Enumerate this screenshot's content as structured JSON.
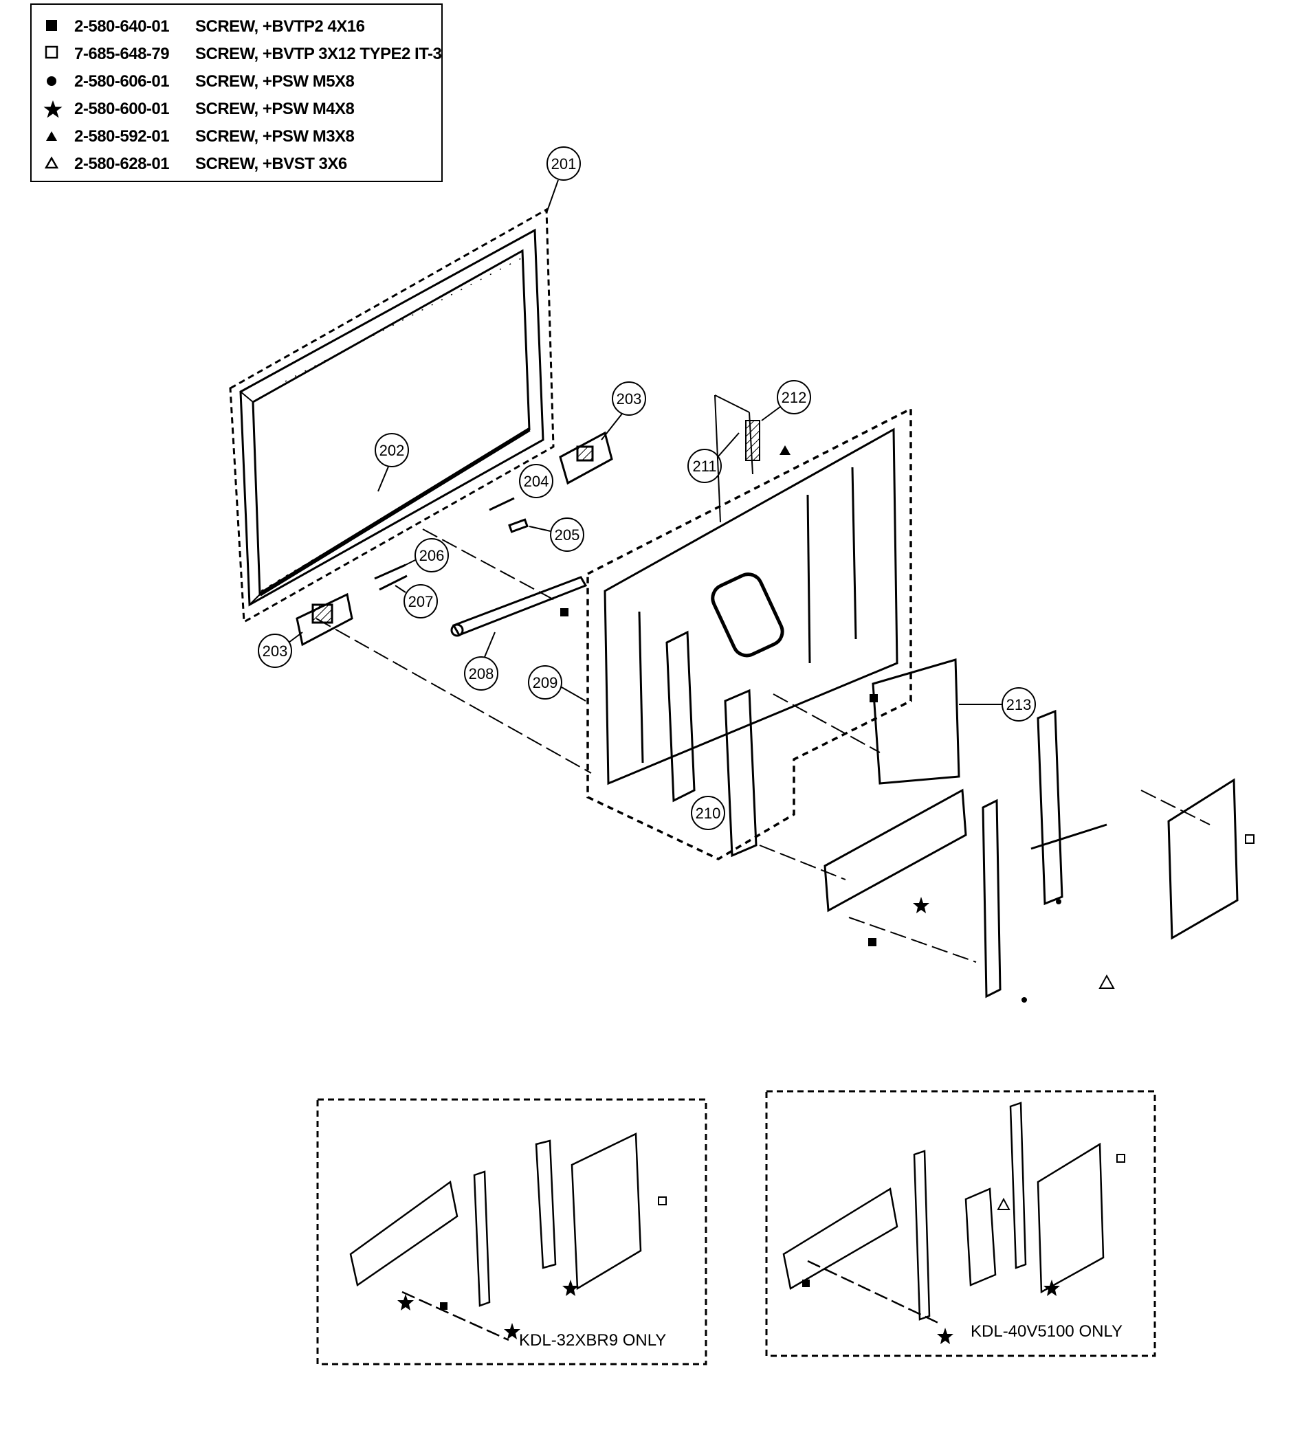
{
  "legend": [
    {
      "symbol": "filled-square",
      "part_no": "2-580-640-01",
      "description": "SCREW, +BVTP2 4X16"
    },
    {
      "symbol": "open-square",
      "part_no": "7-685-648-79",
      "description": "SCREW, +BVTP 3X12 TYPE2 IT-3"
    },
    {
      "symbol": "filled-circle",
      "part_no": "2-580-606-01",
      "description": "SCREW, +PSW M5X8"
    },
    {
      "symbol": "filled-star",
      "part_no": "2-580-600-01",
      "description": "SCREW, +PSW M4X8"
    },
    {
      "symbol": "filled-triangle",
      "part_no": "2-580-592-01",
      "description": "SCREW, +PSW M3X8"
    },
    {
      "symbol": "open-triangle",
      "part_no": "2-580-628-01",
      "description": "SCREW, +BVST 3X6"
    }
  ],
  "callouts": [
    {
      "id": "201",
      "label": "201"
    },
    {
      "id": "202",
      "label": "202"
    },
    {
      "id": "203a",
      "label": "203"
    },
    {
      "id": "203b",
      "label": "203"
    },
    {
      "id": "204",
      "label": "204"
    },
    {
      "id": "205",
      "label": "205"
    },
    {
      "id": "206",
      "label": "206"
    },
    {
      "id": "207",
      "label": "207"
    },
    {
      "id": "208",
      "label": "208"
    },
    {
      "id": "209",
      "label": "209"
    },
    {
      "id": "210",
      "label": "210"
    },
    {
      "id": "211",
      "label": "211"
    },
    {
      "id": "212",
      "label": "212"
    },
    {
      "id": "213",
      "label": "213"
    }
  ],
  "variants": {
    "left": "KDL-32XBR9 ONLY",
    "right": "KDL-40V5100 ONLY"
  }
}
